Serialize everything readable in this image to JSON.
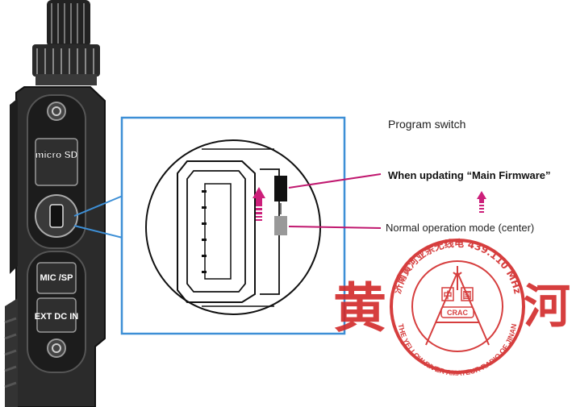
{
  "diagram": {
    "title": "Program switch",
    "switch_positions": {
      "update": "When updating “Main Firmware”",
      "normal": "Normal operation mode (center)"
    },
    "radio_labels": {
      "microsd": "micro SD",
      "micsp": "MIC /SP",
      "extdc": "EXT DC IN"
    },
    "colors": {
      "callout_box": "#3d8fd6",
      "pointer_lines": "#c0186f",
      "arrow": "#cc1f7a",
      "stamp": "#d22a2a"
    }
  },
  "watermark": {
    "char_left": "黄",
    "char_right": "河",
    "seal_top_text": "济南黄河业余无线电 439.110 MHz",
    "seal_bottom_text": "THE YELLOW RIVER AMATEUR RADIO OF JINAN",
    "seal_inner": [
      "中",
      "国",
      "CRAC"
    ]
  }
}
